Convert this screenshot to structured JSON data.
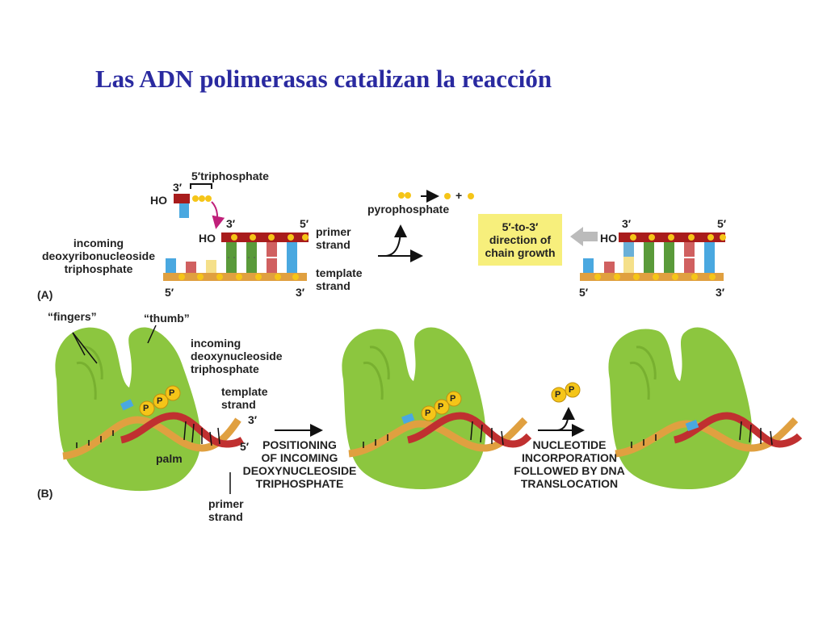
{
  "slide": {
    "title": "Las ADN polimerasas catalizan la reacción"
  },
  "panelA": {
    "label": "(A)",
    "triphosphate_label": "5′triphosphate",
    "incoming_label_1": "incoming",
    "incoming_label_2": "deoxyribonucleoside",
    "incoming_label_3": "triphosphate",
    "ho_label": "HO",
    "three_prime": "3′",
    "five_prime": "5′",
    "primer_label_1": "primer",
    "primer_label_2": "strand",
    "template_label_1": "template",
    "template_label_2": "strand",
    "pyrophosphate_label": "pyrophosphate",
    "plus_sign": "+",
    "growth_line_1": "5′-to-3′",
    "growth_line_2": "direction of",
    "growth_line_3": "chain growth"
  },
  "panelB": {
    "label": "(B)",
    "fingers_label": "“fingers”",
    "thumb_label": "“thumb”",
    "incoming_label_1": "incoming",
    "incoming_label_2": "deoxynucleoside",
    "incoming_label_3": "triphosphate",
    "template_label_1": "template",
    "template_label_2": "strand",
    "three_prime": "3′",
    "five_prime": "5′",
    "palm_label": "palm",
    "primer_label_1": "primer",
    "primer_label_2": "strand",
    "step1_line_1": "POSITIONING",
    "step1_line_2": "OF INCOMING",
    "step1_line_3": "DEOXYNUCLEOSIDE",
    "step1_line_4": "TRIPHOSPHATE",
    "step2_line_1": "NUCLEOTIDE",
    "step2_line_2": "INCORPORATION",
    "step2_line_3": "FOLLOWED BY DNA",
    "step2_line_4": "TRANSLOCATION",
    "phosphate_symbol": "P"
  },
  "colors": {
    "title": "#2a2aa0",
    "polymerase_green": "#8cc63f",
    "primer_red": "#a81c1c",
    "template_orange": "#e0a040",
    "phosphate_yellow": "#f5c518",
    "growth_box": "#f7ef7c",
    "arrow_grey": "#bbbbbb",
    "magenta_arrow": "#c0207a",
    "base_blue": "#4aa8e0",
    "base_green": "#5a9a3a",
    "base_pink": "#d06060"
  }
}
